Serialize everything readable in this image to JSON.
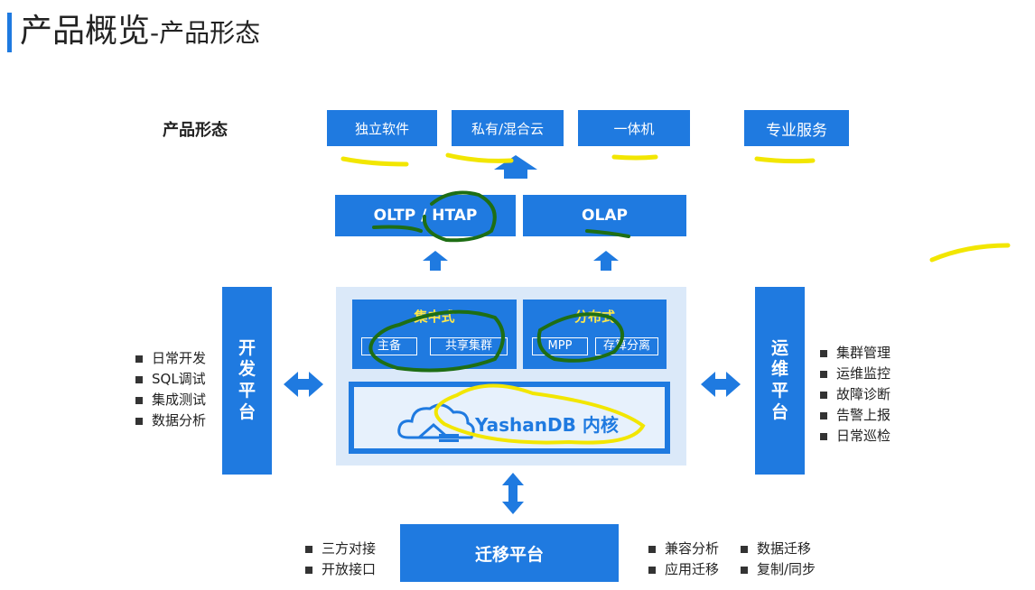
{
  "title": {
    "main": "产品概览",
    "sub": "-产品形态"
  },
  "forms": {
    "label": "产品形态",
    "items": [
      "独立软件",
      "私有/混合云",
      "一体机",
      "专业服务"
    ]
  },
  "architectures": [
    "OLTP / HTAP",
    "OLAP"
  ],
  "core": {
    "centralized": {
      "title": "集中式",
      "chips": [
        "主备",
        "共享集群"
      ]
    },
    "distributed": {
      "title": "分布式",
      "chips": [
        "MPP",
        "存算分离"
      ]
    },
    "kernel": "YashanDB 内核"
  },
  "dev_platform": {
    "name": "开发平台",
    "chars": [
      "开",
      "发",
      "平",
      "台"
    ],
    "features": [
      "日常开发",
      "SQL调试",
      "集成测试",
      "数据分析"
    ]
  },
  "ops_platform": {
    "name": "运维平台",
    "chars": [
      "运",
      "维",
      "平",
      "台"
    ],
    "features": [
      "集群管理",
      "运维监控",
      "故障诊断",
      "告警上报",
      "日常巡检"
    ]
  },
  "migration": {
    "name": "迁移平台",
    "features_left": [
      "三方对接",
      "开放接口"
    ],
    "features_right_a": [
      "兼容分析",
      "应用迁移"
    ],
    "features_right_b": [
      "数据迁移",
      "复制/同步"
    ]
  },
  "colors": {
    "primary": "#1f7ae0",
    "panel": "#dbe9f9",
    "title_highlight": "#ffe94a",
    "annotation_yellow": "#f2e600",
    "annotation_green": "#1e6e14"
  }
}
